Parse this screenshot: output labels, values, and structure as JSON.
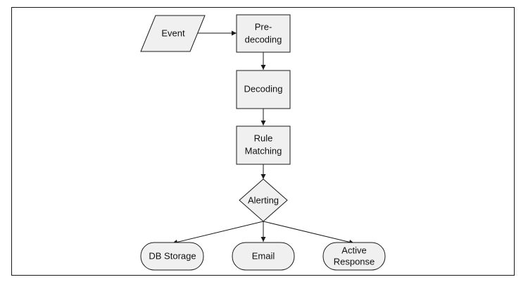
{
  "nodes": {
    "event": {
      "label": "Event"
    },
    "predecoding": {
      "line1": "Pre-",
      "line2": "decoding"
    },
    "decoding": {
      "label": "Decoding"
    },
    "rule_matching": {
      "line1": "Rule",
      "line2": "Matching"
    },
    "alerting": {
      "label": "Alerting"
    },
    "db_storage": {
      "label": "DB Storage"
    },
    "email": {
      "label": "Email"
    },
    "active_response": {
      "line1": "Active",
      "line2": "Response"
    }
  },
  "colors": {
    "node_fill": "#f0f0f0",
    "stroke": "#1a1a1a",
    "text": "#111111"
  }
}
